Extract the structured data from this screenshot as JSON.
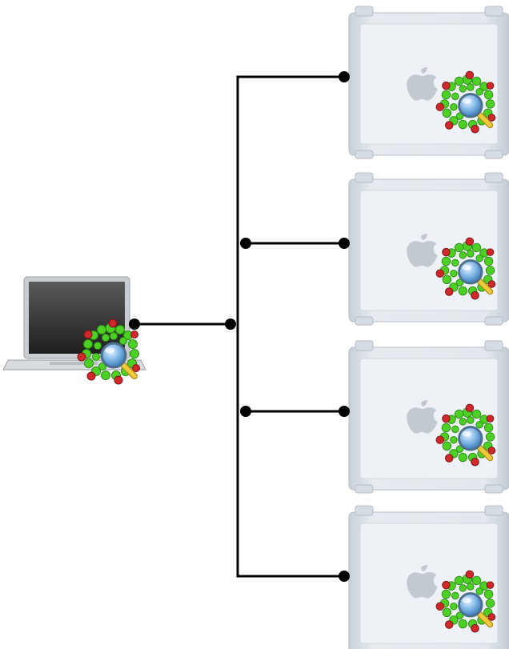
{
  "diagram": {
    "client": {
      "kind": "laptop",
      "badge": "molecule-magnifier-icon"
    },
    "servers": [
      {
        "kind": "tower",
        "logo": "apple-icon",
        "badge": "molecule-magnifier-icon"
      },
      {
        "kind": "tower",
        "logo": "apple-icon",
        "badge": "molecule-magnifier-icon"
      },
      {
        "kind": "tower",
        "logo": "apple-icon",
        "badge": "molecule-magnifier-icon"
      },
      {
        "kind": "tower",
        "logo": "apple-icon",
        "badge": "molecule-magnifier-icon"
      }
    ],
    "colors": {
      "wire": "#000000",
      "tower_body": "#dfe5ec",
      "tower_panel": "#e9eef3",
      "laptop_body": "#c9cdd2",
      "laptop_screen": "#3a3a3a",
      "molecule_green": "#4cd023",
      "molecule_red": "#c8282a",
      "lens": "#6fa9d8",
      "handle": "#e8c23a"
    }
  }
}
